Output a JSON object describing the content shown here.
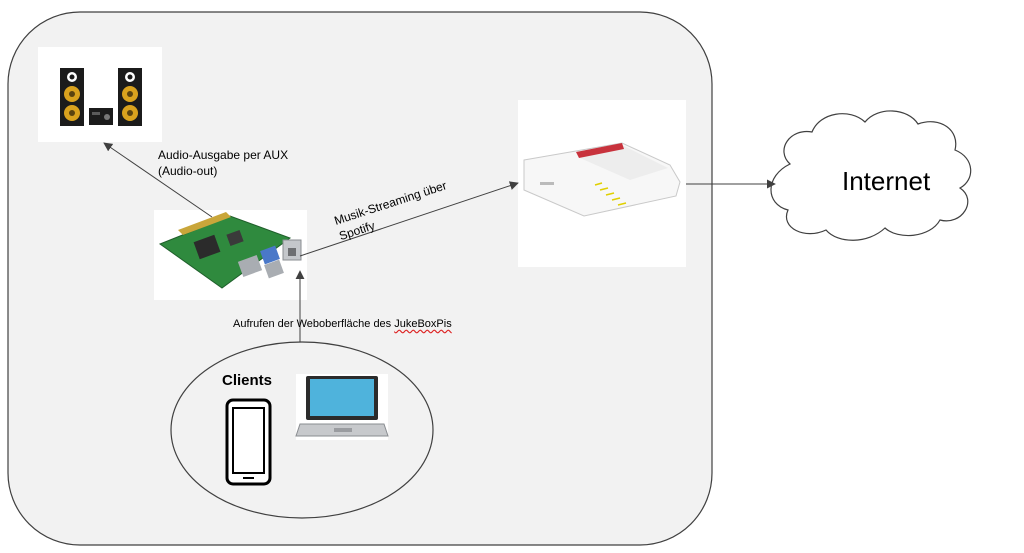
{
  "diagram": {
    "labels": {
      "audio_line1": "Audio-Ausgabe per AUX",
      "audio_line2": "(Audio-out)",
      "streaming_line1": "Musik-Streaming über",
      "streaming_line2": "Spotify",
      "webui_prefix": "Aufrufen der Weboberfläche des ",
      "webui_name": "JukeBoxPis",
      "clients": "Clients",
      "internet": "Internet"
    },
    "nodes": [
      "speakers",
      "raspberry-pi",
      "router",
      "internet-cloud",
      "clients-group",
      "smartphone",
      "laptop"
    ],
    "edges": [
      {
        "from": "raspberry-pi",
        "to": "speakers",
        "label": "audio"
      },
      {
        "from": "raspberry-pi",
        "to": "router",
        "label": "streaming"
      },
      {
        "from": "router",
        "to": "internet-cloud"
      },
      {
        "from": "clients-group",
        "to": "raspberry-pi",
        "label": "webui"
      }
    ],
    "colors": {
      "area_fill": "#f2f2f2",
      "outline": "#404040",
      "pi_board": "#2f8a3e",
      "router_accent": "#c8323c",
      "speaker_cone": "#d9a21e",
      "laptop_screen": "#4fb3dc"
    }
  }
}
